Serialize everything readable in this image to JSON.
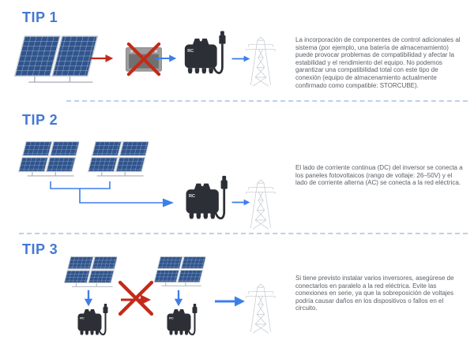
{
  "sections": [
    {
      "id": "tip-1",
      "label": "TIP 1",
      "flow": [
        "solar-panel-array",
        "arrow-red",
        "storage-battery-crossed-out",
        "arrow-blue",
        "micro-inverter",
        "arrow-blue",
        "power-grid-tower"
      ],
      "description": "La incorporación de componentes de control adicionales al sistema (por ejemplo, una batería de almacenamiento) puede provocar problemas de compatibilidad y afectar la estabilidad y el rendimiento del equipo. No podemos garantizar una compatibilidad total con este tipo de conexión (equipo de almacenamiento actualmente confirmado como compatible: STORCUBE)."
    },
    {
      "id": "tip-2",
      "label": "TIP 2",
      "flow": [
        "solar-panel-array",
        "solar-panel-array",
        "parallel-dc-wiring",
        "arrow-blue",
        "micro-inverter",
        "arrow-blue",
        "power-grid-tower"
      ],
      "description": "El lado de corriente continua (DC) del inversor se conecta a los paneles fotovoltaicos (rango de voltaje: 26–50V) y el lado de corriente alterna (AC) se conecta a la red eléctrica."
    },
    {
      "id": "tip-3",
      "label": "TIP 3",
      "flow": [
        "solar-panel-array",
        "arrow-down-blue",
        "micro-inverter",
        "series-connection-crossed-out",
        "arrow-red",
        "solar-panel-array",
        "arrow-down-blue",
        "micro-inverter",
        "arrow-blue",
        "power-grid-tower"
      ],
      "description": "Si tiene previsto instalar varios inversores, asegúrese de conectarlos en paralelo a la red eléctrica. Evite las conexiones en serie, ya que la sobreposición de voltajes podría causar daños en los dispositivos o fallos en el circuito."
    }
  ],
  "devices": {
    "inverter_label": "RC"
  },
  "colors": {
    "background": "#ffffff",
    "heading_blue": "#4579d2",
    "arrow_blue": "#3d7fe8",
    "alert_red": "#c42a18",
    "body_text": "#5b6068",
    "divider": "#bcd1ec",
    "device_dark": "#2c2f36",
    "panel_cell_blue": "#30548c",
    "panel_grid": "#9db1d0",
    "battery_gray": "#9d9d9d",
    "tower_gray": "#c3c8d0"
  }
}
